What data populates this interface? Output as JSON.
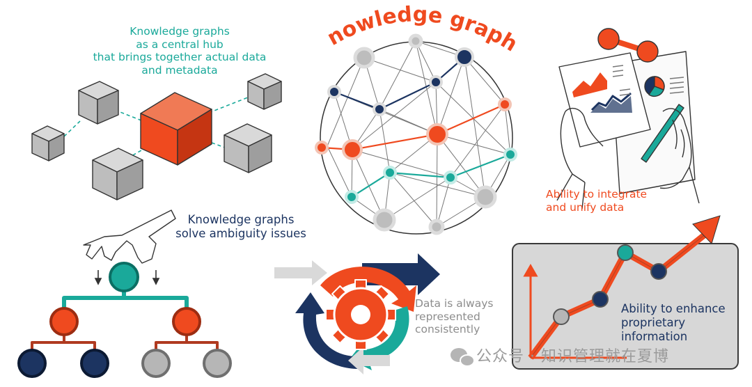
{
  "title": "Knowledge graphs",
  "central_hub": {
    "lines": [
      "Knowledge graphs",
      "as a central hub",
      "that brings together actual data",
      "and metadata"
    ]
  },
  "ambiguity": {
    "lines": [
      "Knowledge graphs",
      "solve ambiguity issues"
    ]
  },
  "integrate": {
    "lines": [
      "Ability to integrate",
      "and unify data"
    ]
  },
  "consistency": {
    "lines": [
      "Data is always",
      "represented",
      "consistently"
    ]
  },
  "enhance": {
    "lines": [
      "Ability to enhance",
      "proprietary",
      "information"
    ]
  },
  "watermark": {
    "text": "公众号 · 知识管理就在夏博"
  },
  "colors": {
    "orange": "#ef4a1f",
    "navy": "#1c3461",
    "teal": "#1aa99a",
    "grey": "#bdbdbd"
  }
}
